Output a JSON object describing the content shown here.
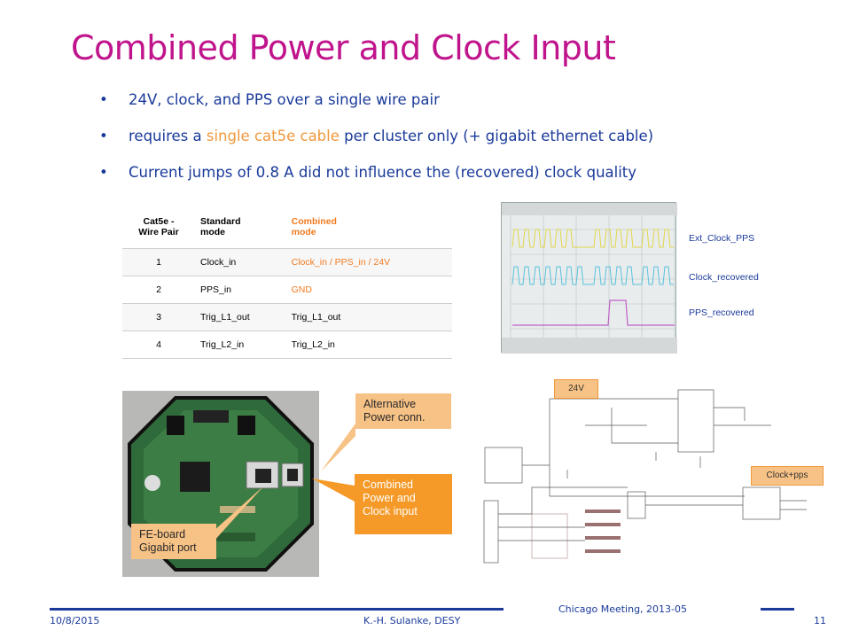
{
  "slide": {
    "title": "Combined Power and Clock Input",
    "bullets": [
      {
        "text": "24V, clock, and PPS over a single wire pair"
      },
      {
        "pre": "requires a ",
        "highlight": "single cat5e cable",
        "post": " per cluster only (+ gigabit ethernet cable)"
      },
      {
        "text": "Current jumps of 0.8 A did not influence the (recovered) clock quality"
      }
    ]
  },
  "table": {
    "headers": [
      "Cat5e -\nWire Pair",
      "Standard\nmode",
      "Combined\nmode"
    ],
    "rows": [
      [
        "1",
        "Clock_in",
        "Clock_in / PPS_in / 24V"
      ],
      [
        "2",
        "PPS_in",
        "GND"
      ],
      [
        "3",
        "Trig_L1_out",
        "Trig_L1_out"
      ],
      [
        "4",
        "Trig_L2_in",
        "Trig_L2_in"
      ]
    ]
  },
  "scope": {
    "labels": [
      "Ext_Clock_PPS",
      "Clock_recovered",
      "PPS_recovered"
    ]
  },
  "callouts": {
    "alt_power": "Alternative Power conn.",
    "combined": "Combined Power and Clock input",
    "fe_board": "FE-board Gigabit port"
  },
  "schematic": {
    "tag_24v": "24V",
    "tag_clock": "Clock+pps"
  },
  "footer": {
    "date": "10/8/2015",
    "author": "K.-H. Sulanke, DESY",
    "meeting": "Chicago Meeting, 2013-05",
    "page": "11"
  },
  "colors": {
    "title": "#c0148c",
    "text": "#1a3a9a",
    "highlight": "#f0983c",
    "callout_light": "#f7c285",
    "callout_dark": "#f59a28"
  }
}
